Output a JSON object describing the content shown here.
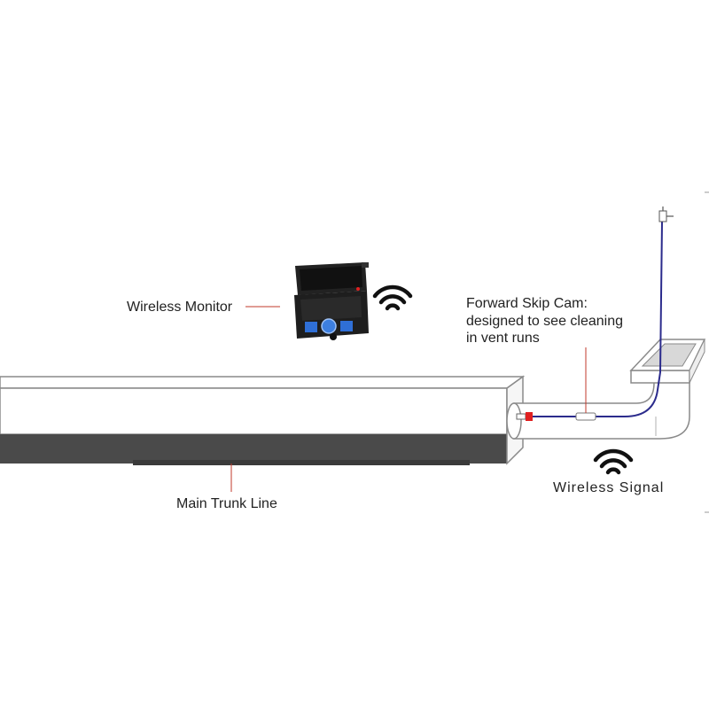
{
  "labels": {
    "wireless_monitor": "Wireless Monitor",
    "forward_skip_cam_line1": "Forward Skip Cam:",
    "forward_skip_cam_line2": "designed to see cleaning",
    "forward_skip_cam_line3": "in vent runs",
    "wireless_signal": "Wireless Signal",
    "main_trunk_line": "Main Trunk Line"
  },
  "colors": {
    "leader_line": "#c0392b",
    "camera_cable": "#2b2b8c",
    "duct_outline": "#8a8a8a",
    "duct_shadow": "#4a4a4a",
    "camera_head": "#e02020",
    "signal_icon": "#111111"
  },
  "icons": {
    "wifi": "wifi-icon",
    "monitor": "monitor-icon",
    "camera": "camera-head-icon",
    "connector": "cable-connector-icon"
  }
}
